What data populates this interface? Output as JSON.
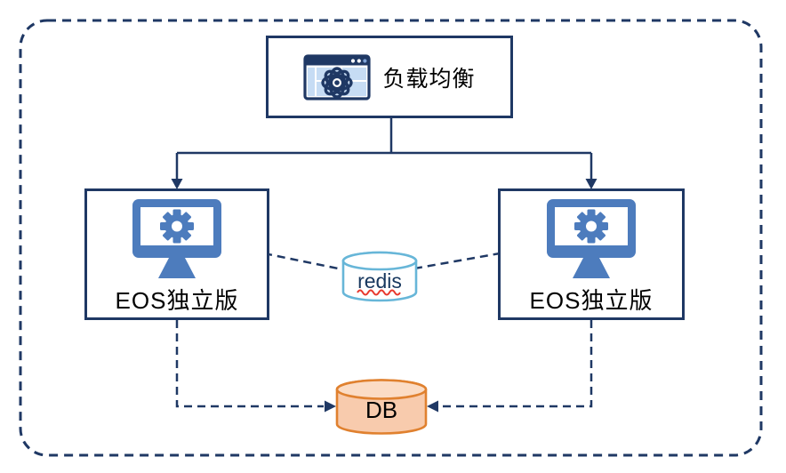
{
  "nodes": {
    "load_balancer": {
      "label": "负载均衡",
      "icon": "browser-window-atom-icon"
    },
    "eos_left": {
      "label": "EOS独立版",
      "icon": "monitor-gear-icon"
    },
    "eos_right": {
      "label": "EOS独立版",
      "icon": "monitor-gear-icon"
    },
    "redis": {
      "label": "redis",
      "shape": "cylinder"
    },
    "db": {
      "label": "DB",
      "shape": "cylinder"
    }
  },
  "edges": [
    {
      "from": "load_balancer",
      "to": "eos_left",
      "style": "solid-arrow"
    },
    {
      "from": "load_balancer",
      "to": "eos_right",
      "style": "solid-arrow"
    },
    {
      "from": "eos_left",
      "to": "redis",
      "style": "dashed"
    },
    {
      "from": "eos_right",
      "to": "redis",
      "style": "dashed"
    },
    {
      "from": "eos_left",
      "to": "db",
      "style": "dashed-arrow"
    },
    {
      "from": "eos_right",
      "to": "db",
      "style": "dashed-arrow"
    }
  ],
  "colors": {
    "line_navy": "#1F3864",
    "monitor_blue": "#4D7CBD",
    "redis_stroke": "#67B6D8",
    "redis_text": "#17375E",
    "redis_underline": "#E8392E",
    "db_fill": "#F8CBAD",
    "db_top_fill": "#FBDCC5",
    "db_stroke": "#E0812F",
    "browser_cell": "#C6DCF4",
    "browser_dot_blue": "#7FA3D7"
  }
}
